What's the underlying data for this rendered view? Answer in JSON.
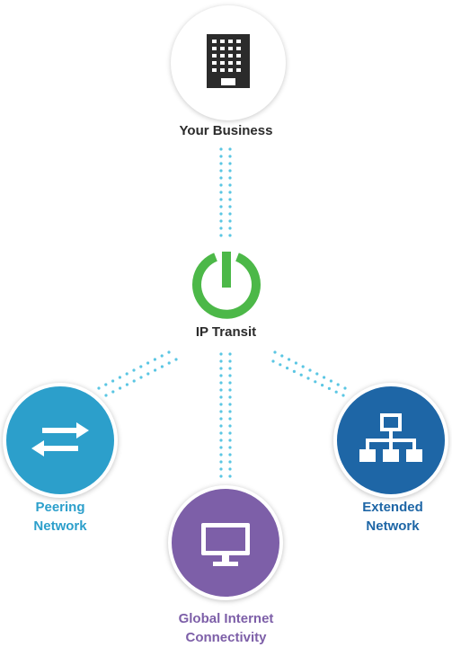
{
  "colors": {
    "dots": "#5bc6e3",
    "business_circle": "#ffffff",
    "business_icon": "#2b2b2b",
    "transit_green": "#4cb848",
    "peering": "#2c9fcb",
    "extended": "#1e66a6",
    "global": "#7d5fa8",
    "label_dark": "#2b2b2b"
  },
  "nodes": {
    "business": {
      "label": "Your Business",
      "icon": "office-building-icon"
    },
    "transit": {
      "label": "IP Transit",
      "icon": "power-icon"
    },
    "peering": {
      "label_line1": "Peering",
      "label_line2": "Network",
      "icon": "swap-arrows-icon"
    },
    "global": {
      "label_line1": "Global Internet",
      "label_line2": "Connectivity",
      "icon": "monitor-icon"
    },
    "extended": {
      "label_line1": "Extended",
      "label_line2": "Network",
      "icon": "network-hierarchy-icon"
    }
  }
}
